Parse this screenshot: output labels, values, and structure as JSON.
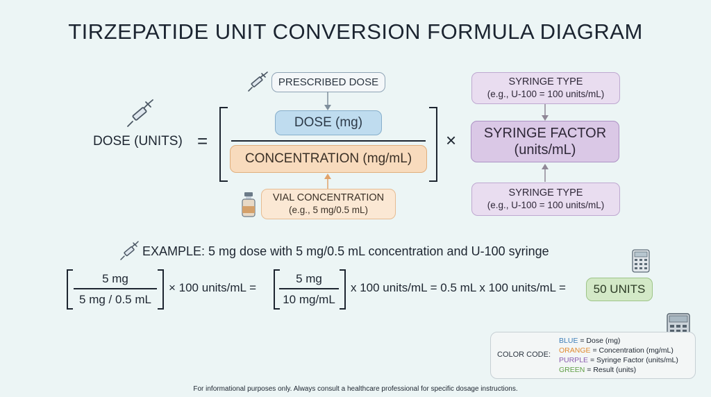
{
  "title": "TIRZEPATIDE UNIT CONVERSION FORMULA DIAGRAM",
  "formula": {
    "lhs": "DOSE (UNITS)",
    "equals": "=",
    "times": "×",
    "prescribed_dose": "PRESCRIBED DOSE",
    "numerator": "DOSE (mg)",
    "denominator": "CONCENTRATION (mg/mL)",
    "vial_concentration_line1": "VIAL CONCENTRATION",
    "vial_concentration_line2": "(e.g., 5 mg/0.5 mL)",
    "syringe_type_top_line1": "SYRINGE TYPE",
    "syringe_type_top_line2": "(e.g., U-100 = 100 units/mL)",
    "syringe_factor_line1": "SYRINGE FACTOR",
    "syringe_factor_line2": "(units/mL)",
    "syringe_type_bottom_line1": "SYRINGE TYPE",
    "syringe_type_bottom_line2": "(e.g., U-100 = 100 units/mL)"
  },
  "example": {
    "heading": "EXAMPLE: 5 mg dose with 5 mg/0.5 mL concentration and U-100 syringe",
    "frac1_num": "5 mg",
    "frac1_den": "5 mg / 0.5 mL",
    "step1": "× 100 units/mL =",
    "frac2_num": "5 mg",
    "frac2_den": "10 mg/mL",
    "step2": "x 100 units/mL = 0.5 mL x 100 units/mL =",
    "result": "50 UNITS"
  },
  "legend": {
    "label": "COLOR CODE:",
    "items": [
      {
        "color_name": "BLUE",
        "text": " = Dose (mg)",
        "color": "#3f7fb8"
      },
      {
        "color_name": "ORANGE",
        "text": " = Concentration (mg/mL)",
        "color": "#e08a30"
      },
      {
        "color_name": "PURPLE",
        "text": " = Syringe Factor (units/mL)",
        "color": "#8a5db0"
      },
      {
        "color_name": "GREEN",
        "text": " = Result (units)",
        "color": "#5f9e45"
      }
    ]
  },
  "footer": "For informational purposes only. Always consult a healthcare professional for specific dosage instructions.",
  "colors": {
    "blue": "#bfdcef",
    "orange": "#f8dbbd",
    "purple": "#dac8e6",
    "green": "#d3e9c7",
    "background": "#ecf5f5"
  },
  "icons": [
    "syringe-icon",
    "vial-icon",
    "calculator-icon"
  ]
}
